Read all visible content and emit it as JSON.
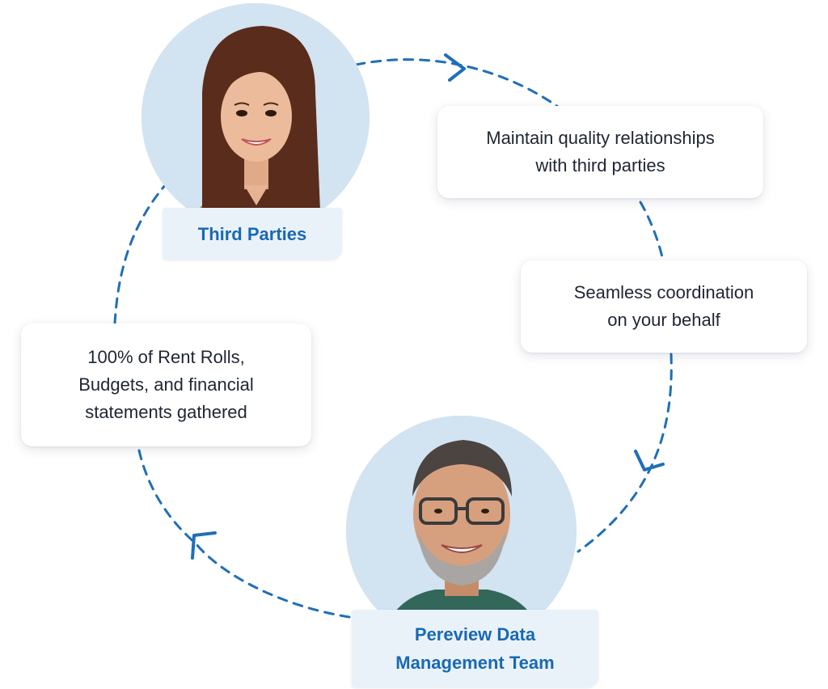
{
  "nodes": {
    "third_parties": {
      "label": "Third Parties"
    },
    "pereview_team": {
      "label_line1": "Pereview Data",
      "label_line2": "Management Team"
    }
  },
  "steps": {
    "maintain": {
      "line1": "Maintain quality relationships",
      "line2": "with third parties"
    },
    "coordination": {
      "line1": "Seamless coordination",
      "line2": "on your behalf"
    },
    "gathered": {
      "line1": "100% of Rent Rolls,",
      "line2": "Budgets, and financial",
      "line3": "statements gathered"
    }
  },
  "colors": {
    "accent": "#1969b3",
    "cycle_line": "#1f6fb8",
    "avatar_bg": "#d2e3f1",
    "label_bg": "#eaf2f9",
    "text": "#1d2633"
  },
  "icons": {
    "cycle_arrows": "chevron-arrow-icon",
    "third_party_photo": "woman-avatar-icon",
    "team_photo": "man-avatar-icon"
  }
}
